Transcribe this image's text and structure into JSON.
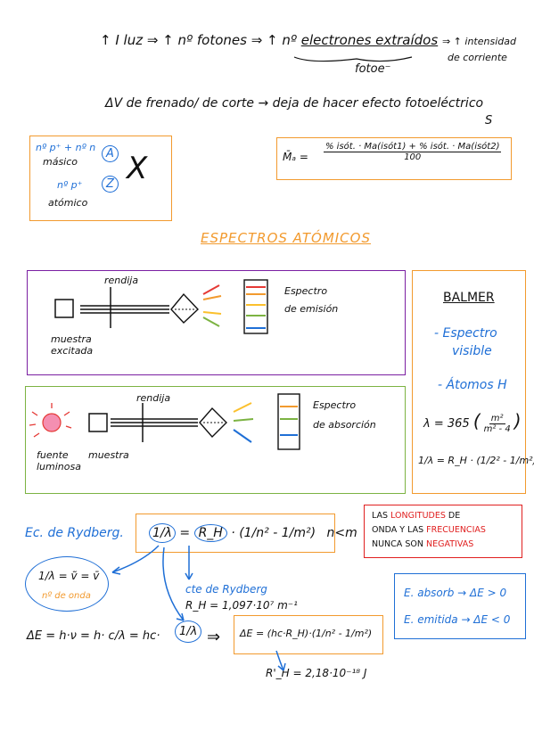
{
  "line1": {
    "part1": "↑ I luz ⇒ ↑ nº fotones ⇒ ↑ nº",
    "electrons": "electrones extraídos",
    "part2": "⇒ ↑ intensidad",
    "part3": "de corriente",
    "fotoe": "fotoe⁻"
  },
  "line2": {
    "text": "ΔV de frenado/ de corte → deja de hacer efecto fotoeléctrico",
    "mark": "S"
  },
  "mass_box": {
    "mass_label": "nº p⁺ + nº n",
    "mass_word": "másico",
    "mass_symbol": "A",
    "atomic_label": "nº p⁺",
    "atomic_word": "atómico",
    "atomic_symbol": "Z",
    "cross": "X"
  },
  "avg_mass_box": {
    "lhs": "M̄ₐ =",
    "numerator": "% isót. · Ma(isót1) + % isót. · Ma(isót2)",
    "denominator": "100"
  },
  "section_title": "ESPECTROS ATÓMICOS",
  "emission": {
    "slit": "rendija",
    "sample": "muestra excitada",
    "label_line1": "Espectro",
    "label_line2": "de emisión"
  },
  "absorption": {
    "slit": "rendija",
    "source": "fuente luminosa",
    "sample": "muestra",
    "label_line1": "Espectro",
    "label_line2": "de absorción"
  },
  "balmer": {
    "title": "BALMER",
    "item1_line1": "- Espectro",
    "item1_line2": "visible",
    "item2": "- Átomos H",
    "lambda_lhs": "λ = 365",
    "lambda_num": "m²",
    "lambda_den": "m² - 4",
    "inv_lhs": "1/λ = R_H ·",
    "inv_a": "1/2²",
    "inv_b": "1/m²"
  },
  "rydberg": {
    "label": "Ec. de Rydberg.",
    "formula_lhs": "1/λ",
    "rh": "R_H",
    "paren": "(1/n² - 1/m²)",
    "cond": "n<m",
    "wavenumber": "1/λ = ṽ = v̄",
    "wavenumber_label": "nº de onda",
    "constant_label": "cte de Rydberg",
    "constant_value": "R_H = 1,097·10⁷ m⁻¹",
    "energy_lhs": "ΔE = h·ν = h· c/λ = hc·",
    "energy_rhs": "ΔE = (hc·R_H)·(1/n² - 1/m²)",
    "rh_prime": "R'_H = 2,18·10⁻¹⁸ J"
  },
  "note_box": {
    "w1": "LAS",
    "w2": "LONGITUDES",
    "w3": "DE",
    "w4": "ONDA",
    "w5": "Y LAS",
    "w6": "FRECUENCIAS",
    "w7": "NUNCA",
    "w8": "SON",
    "w9": "NEGATIVAS"
  },
  "energy_box": {
    "absorb": "E. absorb → ΔE > 0",
    "emit": "E. emitida → ΔE < 0"
  },
  "colors": {
    "blue": "#1f6fd6",
    "orange": "#f29a2e",
    "red": "#e02020",
    "purple": "#7b1fa2",
    "green": "#7cb342"
  }
}
